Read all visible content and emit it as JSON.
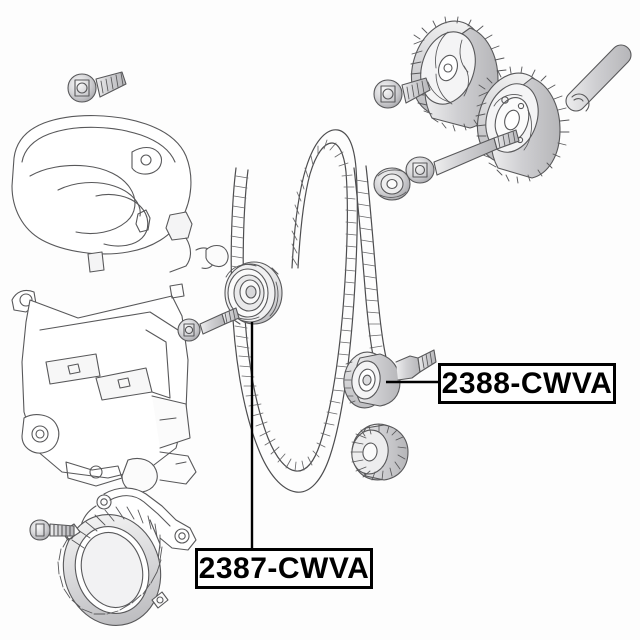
{
  "diagram": {
    "title": "Timing Belt Kit Exploded Parts Diagram",
    "background_color": "#fdfdfd",
    "line_color": "#58585a",
    "label_text_color": "#000000",
    "label_border_color": "#000000",
    "callouts": [
      {
        "id": "2387",
        "text": "2387-CWVA",
        "points_to": "timing-belt-tensioner-pulley",
        "leader": "vertical"
      },
      {
        "id": "2388",
        "text": "2388-CWVA",
        "points_to": "timing-belt-idler-pulley",
        "leader": "horizontal"
      }
    ],
    "parts": [
      {
        "name": "timing-belt-cover",
        "description": "Upper timing belt cover housing"
      },
      {
        "name": "engine-block-bracket",
        "description": "Engine front bracket / mounting plate"
      },
      {
        "name": "crankshaft-pulley-assembly",
        "description": "Lower crankshaft sprocket with bracket"
      },
      {
        "name": "timing-belt",
        "description": "Toothed timing belt loop"
      },
      {
        "name": "camshaft-sprocket-rear",
        "description": "Spoked camshaft sprocket"
      },
      {
        "name": "camshaft-sprocket-front",
        "description": "Camshaft sprocket with hub plate"
      },
      {
        "name": "timing-belt-tensioner-pulley",
        "description": "Tensioner pulley, part 2387-CWVA"
      },
      {
        "name": "timing-belt-idler-pulley",
        "description": "Idler pulley with threaded stud, part 2388-CWVA"
      },
      {
        "name": "ribbed-roller",
        "description": "Splined roller bearing"
      },
      {
        "name": "dowel-pin",
        "description": "Cylindrical dowel pin / shaft"
      },
      {
        "name": "flange-bolt-top-left",
        "description": "Flanged hex bolt"
      },
      {
        "name": "flange-bolt-bottom-left",
        "description": "Flanged hex bolt"
      },
      {
        "name": "flange-bolt-upper-right",
        "description": "Short flanged hex bolt"
      },
      {
        "name": "long-bolt-upper-right",
        "description": "Long through bolt"
      },
      {
        "name": "long-bolt-center-left",
        "description": "Long through bolt"
      },
      {
        "name": "washer-bearing",
        "description": "Washer / bearing spacer"
      }
    ]
  }
}
